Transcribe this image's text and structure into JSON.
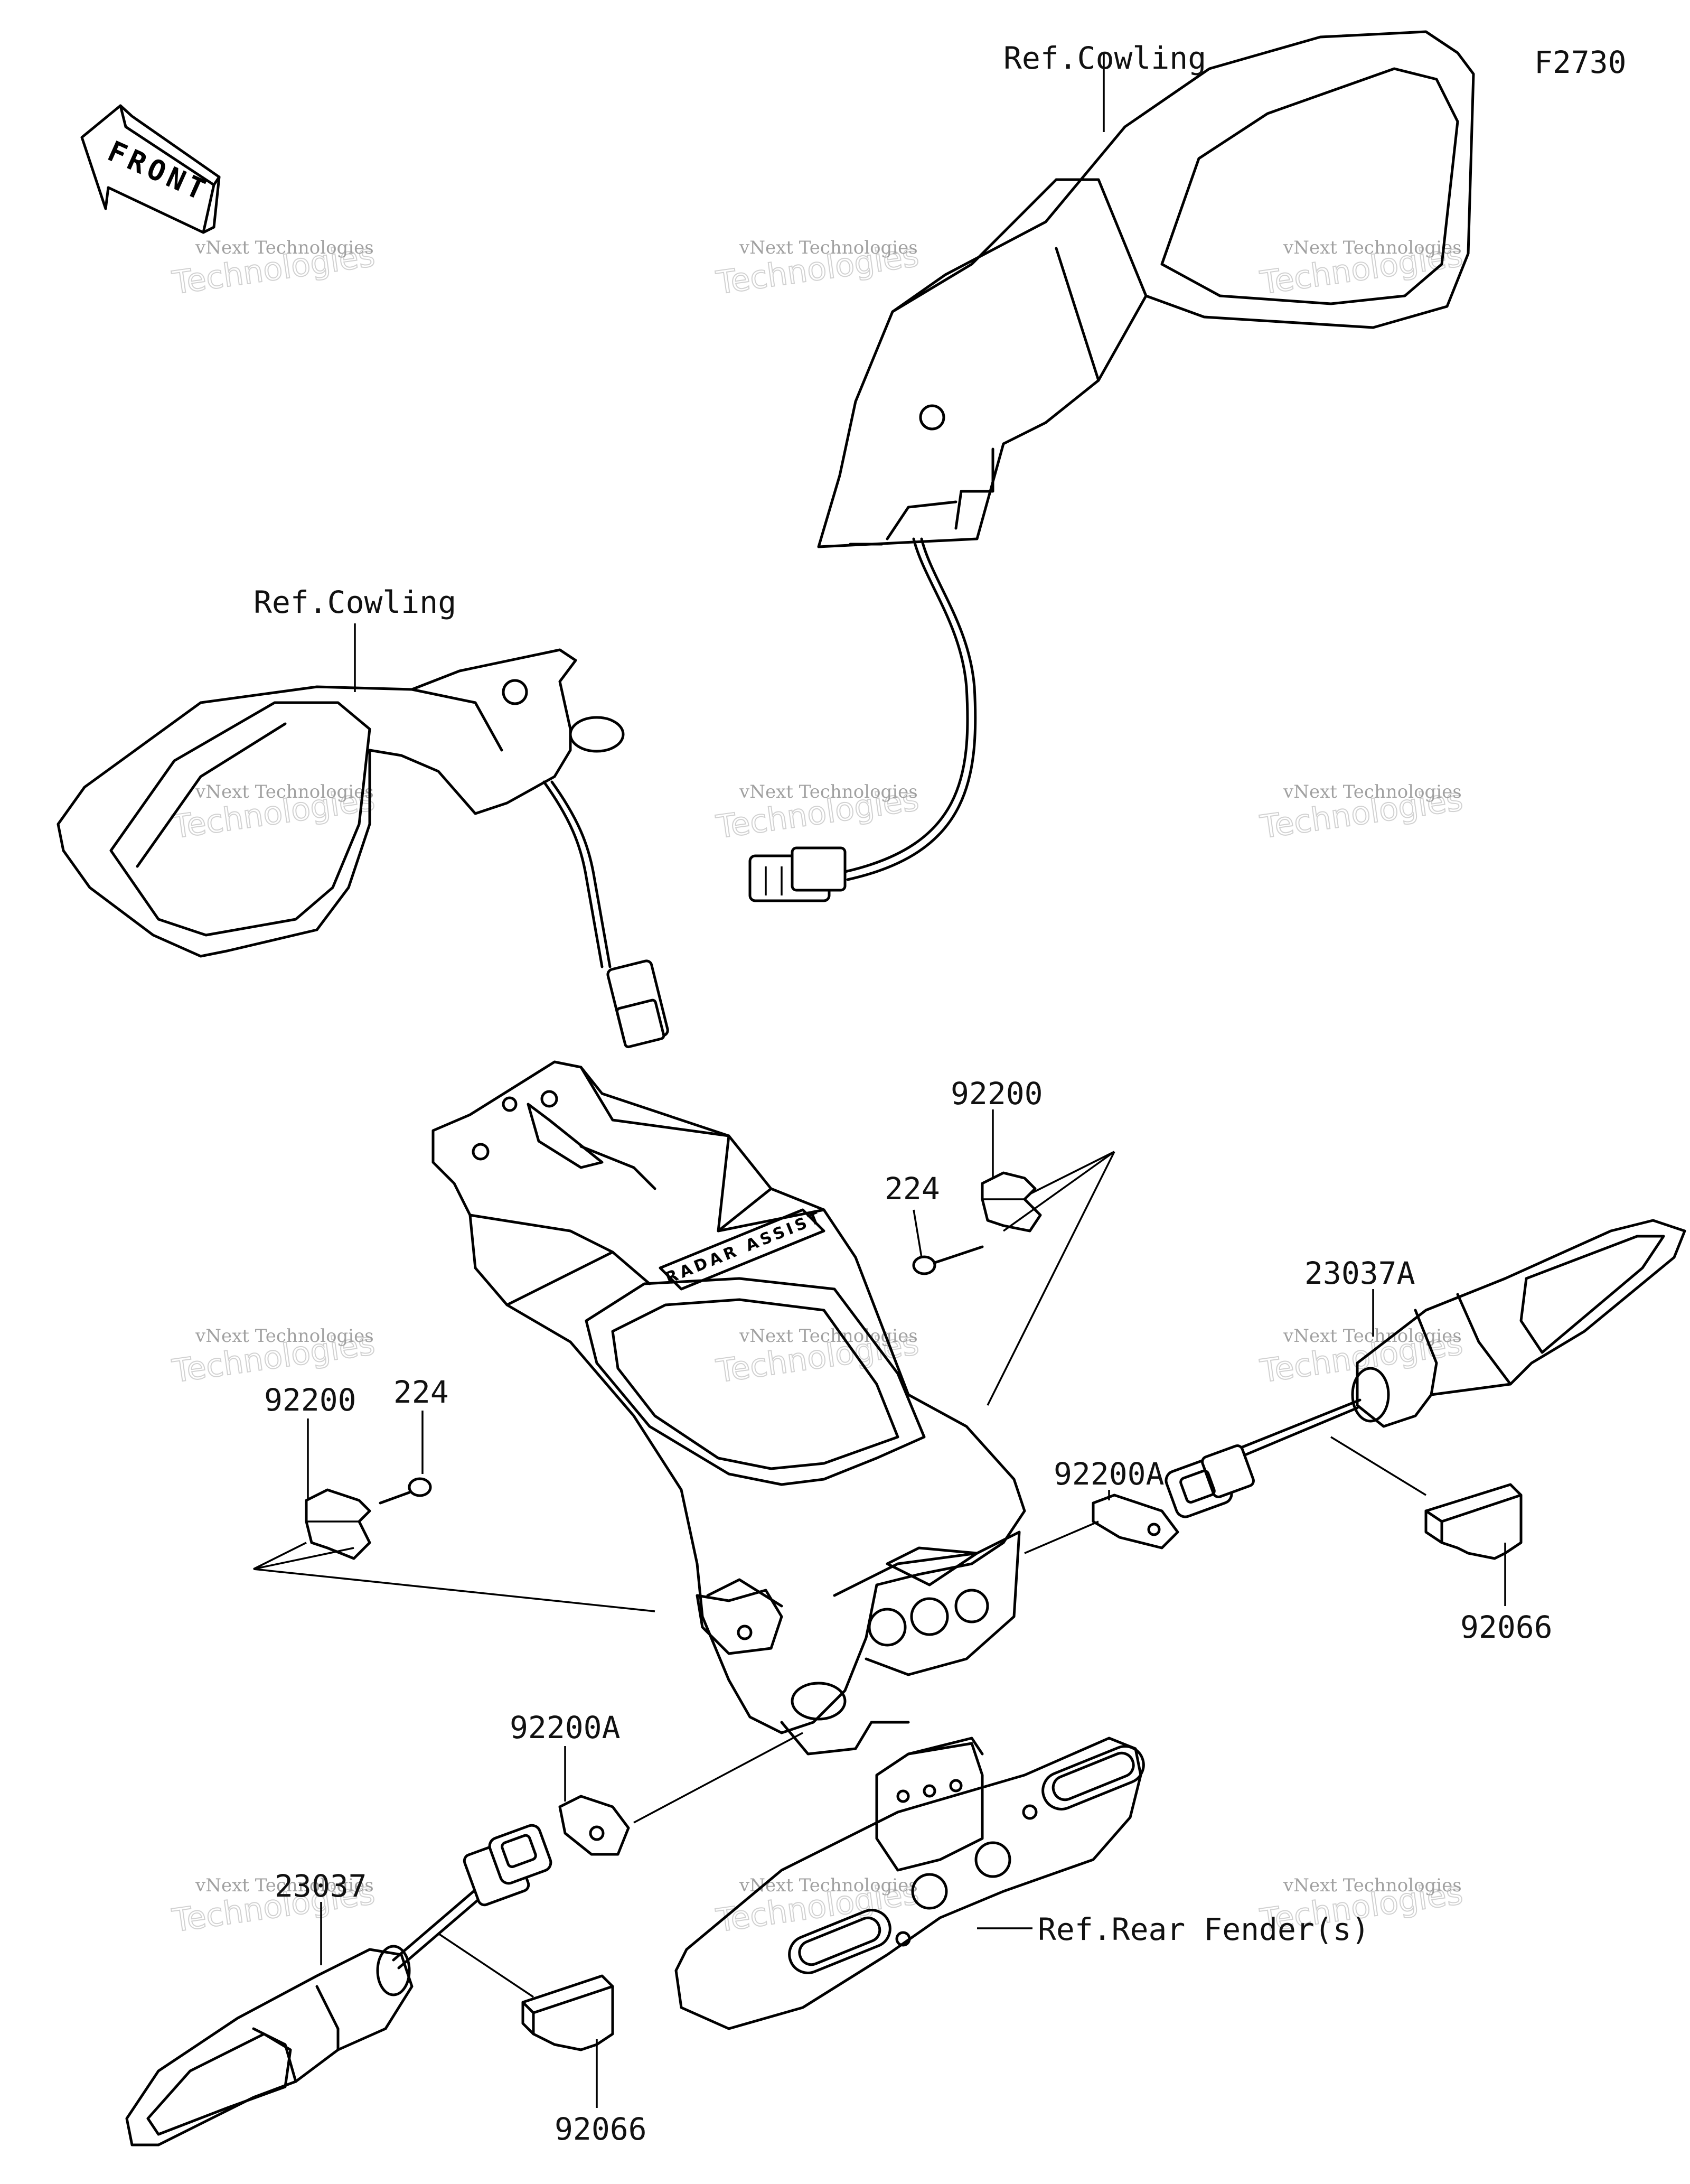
{
  "diagram_code": "F2730",
  "front_label": "FRONT",
  "radar_text": "RADAR ASSIST",
  "watermark": {
    "line1": "vNext Technologies",
    "line2": "Technologies"
  },
  "labels": {
    "ref_cowling_right": "Ref.Cowling",
    "ref_cowling_left": "Ref.Cowling",
    "p92200_top": "92200",
    "p224_top": "224",
    "p23037A": "23037A",
    "p92200_left": "92200",
    "p224_left": "224",
    "p92200A_right": "92200A",
    "p92066_right": "92066",
    "p92200A_left": "92200A",
    "p23037": "23037",
    "ref_rear_fender": "Ref.Rear Fender(s)",
    "p92066_bottom": "92066"
  }
}
